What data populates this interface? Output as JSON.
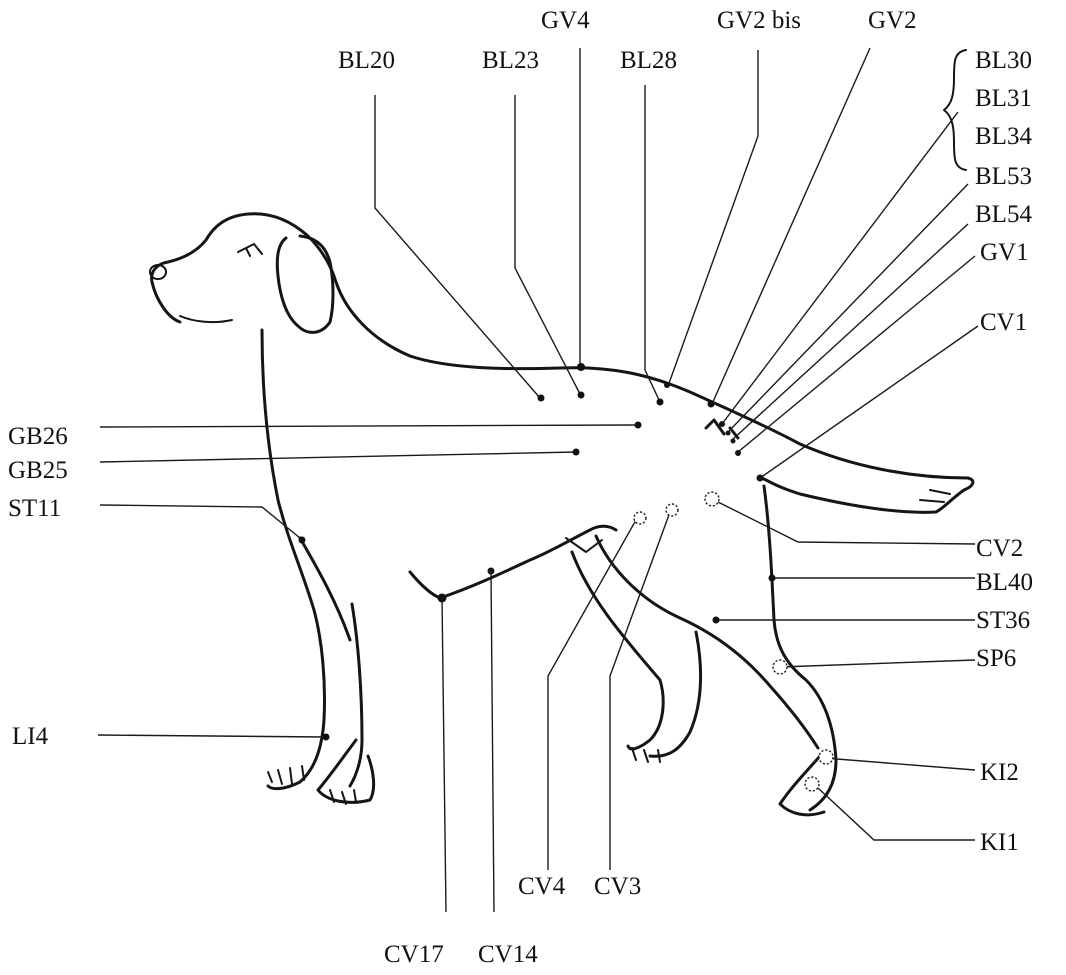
{
  "points": {
    "BL20": "BL20",
    "BL23": "BL23",
    "GV4": "GV4",
    "BL28": "BL28",
    "GV2bis": "GV2 bis",
    "GV2": "GV2",
    "BL30": "BL30",
    "BL31": "BL31",
    "BL34": "BL34",
    "BL53": "BL53",
    "BL54": "BL54",
    "GV1": "GV1",
    "CV1": "CV1",
    "GB26": "GB26",
    "GB25": "GB25",
    "ST11": "ST11",
    "CV2": "CV2",
    "BL40": "BL40",
    "ST36": "ST36",
    "SP6": "SP6",
    "LI4": "LI4",
    "KI2": "KI2",
    "KI1": "KI1",
    "CV4": "CV4",
    "CV3": "CV3",
    "CV17": "CV17",
    "CV14": "CV14"
  }
}
